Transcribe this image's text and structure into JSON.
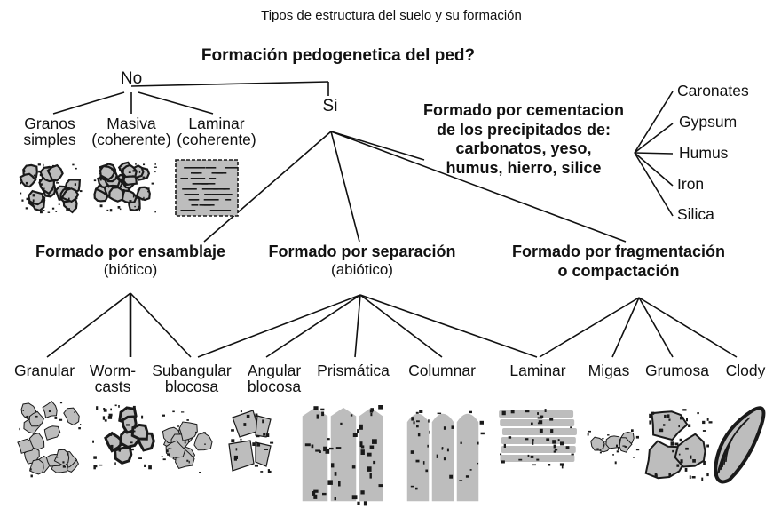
{
  "title": "Tipos de estructura del suelo y su formación",
  "question": "Formación pedogenetica del ped?",
  "no": {
    "label": "No",
    "items": [
      {
        "line1": "Granos",
        "line2": "simples"
      },
      {
        "line1": "Masiva",
        "line2": "(coherente)"
      },
      {
        "line1": "Laminar",
        "line2": "(coherente)"
      }
    ]
  },
  "si": {
    "label": "Si"
  },
  "cementation": {
    "lines": [
      "Formado por cementacion",
      "de los precipitados de:",
      "carbonatos, yeso,",
      "humus, hierro, silice"
    ],
    "agents": [
      "Caronates",
      "Gypsum",
      "Humus",
      "Iron",
      "Silica"
    ]
  },
  "groups": [
    {
      "line1": "Formado por ensamblaje",
      "line2": "(biótico)"
    },
    {
      "line1": "Formado por separación",
      "line2": "(abiótico)"
    },
    {
      "line1": "Formado por fragmentación",
      "line2": "o compactación"
    }
  ],
  "structures": [
    {
      "line1": "Granular",
      "line2": ""
    },
    {
      "line1": "Worm-",
      "line2": "casts"
    },
    {
      "line1": "Subangular",
      "line2": "blocosa"
    },
    {
      "line1": "Angular",
      "line2": "blocosa"
    },
    {
      "line1": "Prismática",
      "line2": ""
    },
    {
      "line1": "Columnar",
      "line2": ""
    },
    {
      "line1": "Laminar",
      "line2": ""
    },
    {
      "line1": "Migas",
      "line2": ""
    },
    {
      "line1": "Grumosa",
      "line2": ""
    },
    {
      "line1": "Clody",
      "line2": ""
    }
  ],
  "colors": {
    "line": "#111111",
    "fill": "#bdbdbd",
    "dark": "#1a1a1a"
  }
}
